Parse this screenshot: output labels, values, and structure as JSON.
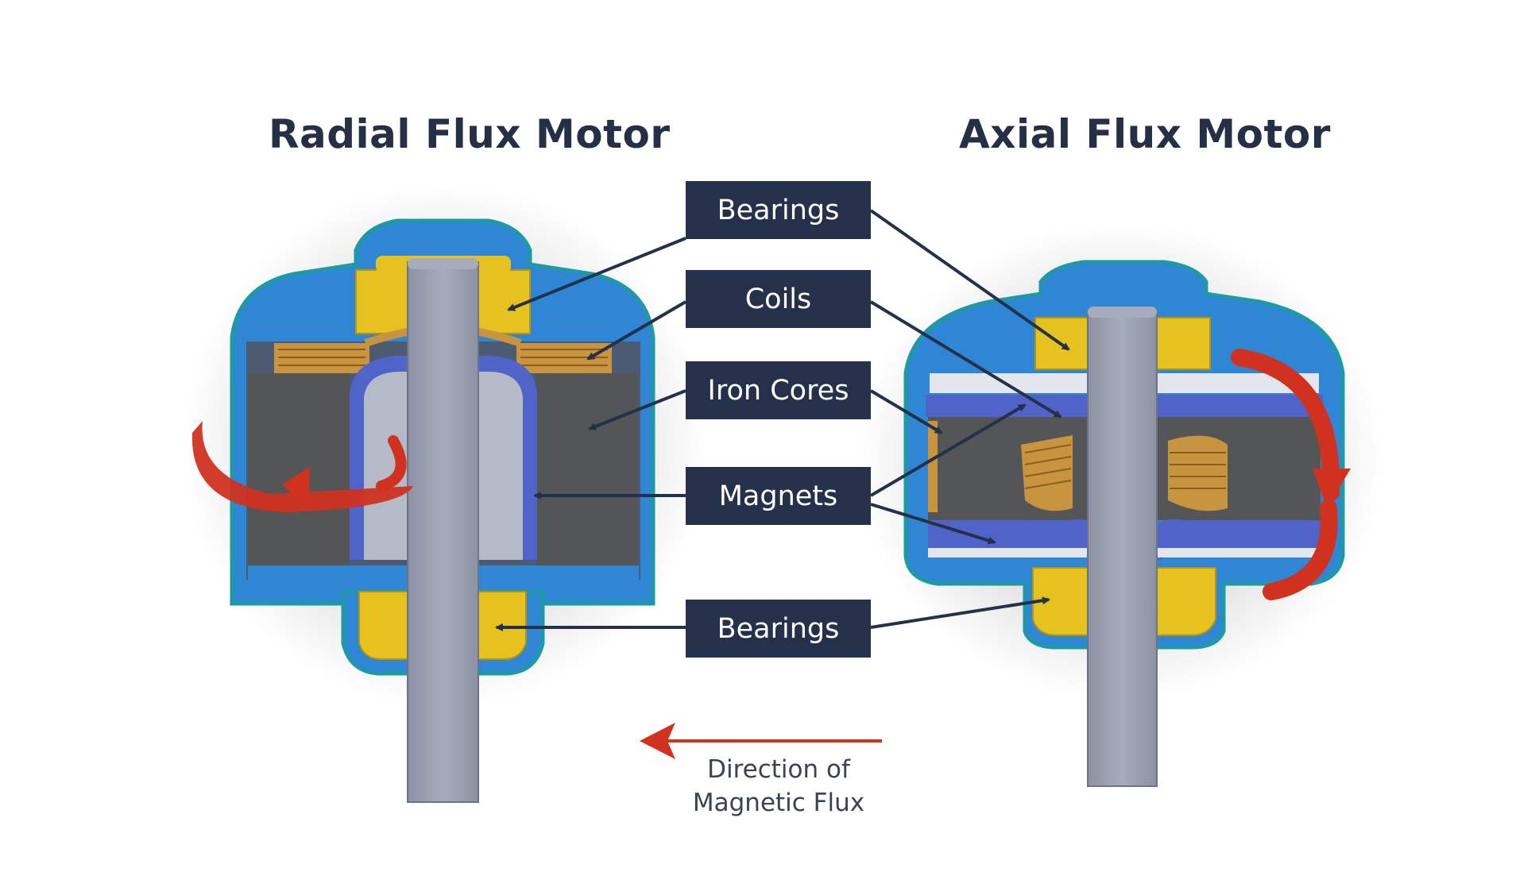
{
  "titles": {
    "radial": "Radial Flux Motor",
    "axial": "Axial Flux Motor"
  },
  "labels": {
    "bearings_top": "Bearings",
    "coils": "Coils",
    "iron_cores": "Iron Cores",
    "magnets": "Magnets",
    "bearings_bottom": "Bearings"
  },
  "legend": {
    "line1": "Direction of",
    "line2": "Magnetic Flux"
  },
  "colors": {
    "housing": "#2f86d4",
    "bearing": "#e5c21f",
    "shaft": "#9ea4b4",
    "core": "#545556",
    "magnet": "#4f63c9",
    "coil": "#c99440",
    "label_bg": "#25304a",
    "arrow": "#25304a",
    "flux_arrow": "#d0321f"
  }
}
